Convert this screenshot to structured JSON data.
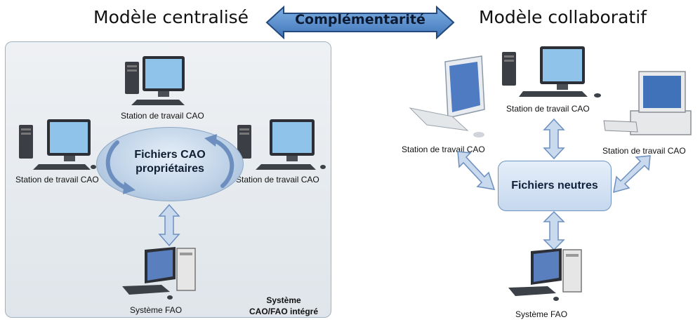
{
  "header": {
    "left_title": "Modèle centralisé",
    "center_label": "Complémentarité",
    "right_title": "Modèle collaboratif"
  },
  "left_model": {
    "station_label": "Station de travail CAO",
    "core_file_line1": "Fichiers CAO",
    "core_file_line2": "propriétaires",
    "fao_label": "Système FAO",
    "system_line1": "Système",
    "system_line2": "CAO/FAO intégré"
  },
  "right_model": {
    "station_label": "Station de travail CAO",
    "core_file": "Fichiers neutres",
    "fao_label": "Système FAO"
  },
  "colors": {
    "arrow_fill": "#c9daee",
    "arrow_stroke": "#6d8fbf",
    "header_arrow_fill": "#4f86c6",
    "panel_border": "#9fb2c2"
  }
}
